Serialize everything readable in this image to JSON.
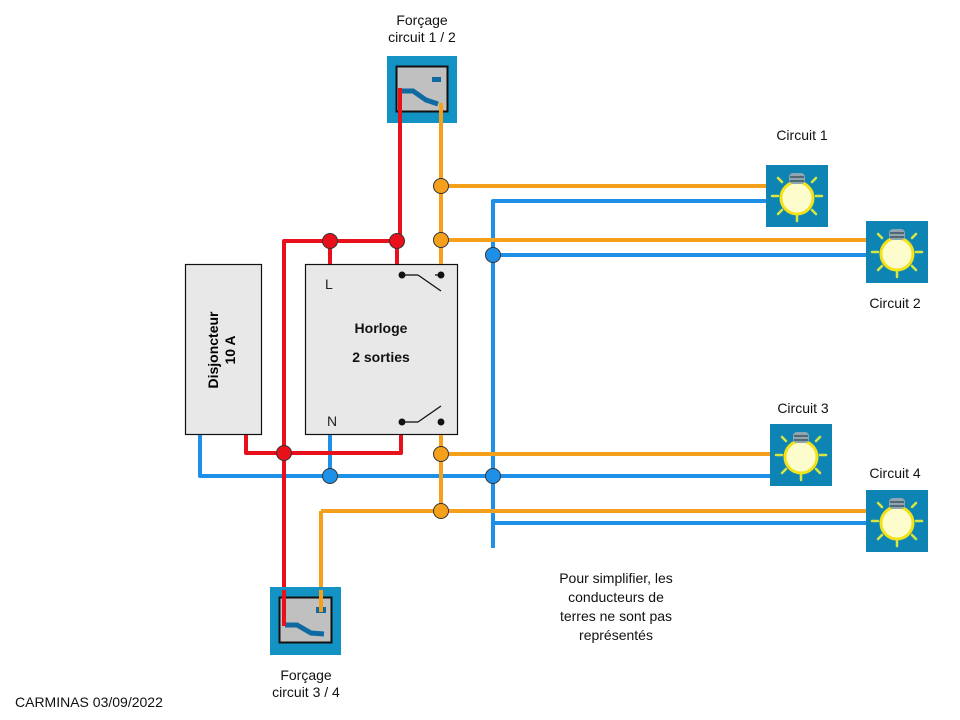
{
  "forcing_switches": [
    {
      "line1": "Forçage",
      "line2": "circuit 1 / 2"
    },
    {
      "line1": "Forçage",
      "line2": "circuit 3 / 4"
    }
  ],
  "breaker": {
    "line1": "Disjoncteur",
    "line2": "10 A"
  },
  "clock": {
    "line1": "Horloge",
    "line2": "2 sorties",
    "terminal_l": "L",
    "terminal_n": "N"
  },
  "circuits": [
    {
      "label": "Circuit 1"
    },
    {
      "label": "Circuit 2"
    },
    {
      "label": "Circuit 3"
    },
    {
      "label": "Circuit 4"
    }
  ],
  "note": {
    "line1": "Pour simplifier, les",
    "line2": "conducteurs de",
    "line3": "terres ne sont pas",
    "line4": "représentés"
  },
  "footer": "CARMINAS 03/09/2022",
  "colors": {
    "phase": "#e8101a",
    "neutral": "#1e90e8",
    "switched": "#f5a01a",
    "device_blue": "#1393c4",
    "device_grey": "#c0c0c0",
    "box_fill": "#e8e8e8",
    "bulb_bg": "#0e84b4"
  }
}
